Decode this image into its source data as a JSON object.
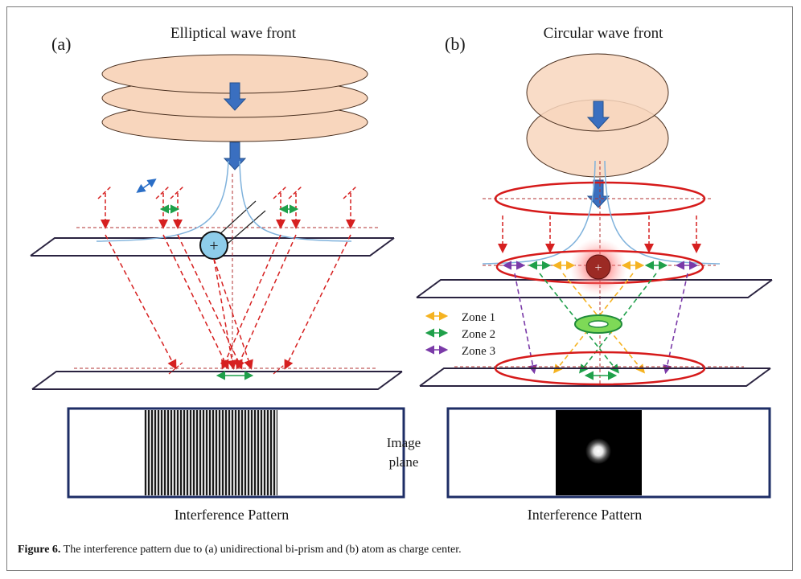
{
  "panel_a": {
    "label": "(a)",
    "title": "Elliptical wave front",
    "pattern_label": "Interference Pattern"
  },
  "panel_b": {
    "label": "(b)",
    "title": "Circular wave front",
    "pattern_label": "Interference Pattern",
    "legend": [
      {
        "label": "Zone 1",
        "color": "#f5b322"
      },
      {
        "label": "Zone 2",
        "color": "#1fa04a"
      },
      {
        "label": "Zone 3",
        "color": "#7a3aa8"
      }
    ]
  },
  "image_plane_label": [
    "Image",
    "plane"
  ],
  "charge_symbol": "+",
  "caption": {
    "figure_number": "Figure 6.",
    "text": " The interference pattern due to (a) unidirectional bi-prism and (b) atom as charge center."
  }
}
